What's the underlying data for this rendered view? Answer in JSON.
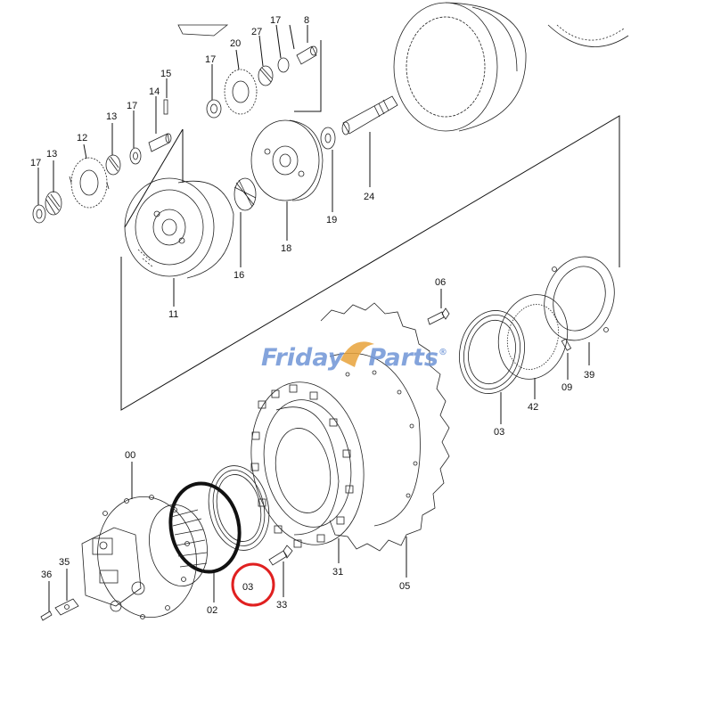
{
  "watermark": {
    "brand_part1": "Friday",
    "brand_part2": "Parts",
    "reg_mark": "®",
    "color": "#6f95d6"
  },
  "highlight": {
    "target_label": "03",
    "color": "#e02020"
  },
  "part_labels": {
    "p00": "00",
    "p02": "02",
    "p03a": "03",
    "p03b": "03",
    "p05": "05",
    "p06": "06",
    "p09": "09",
    "p11": "11",
    "p12": "12",
    "p13a": "13",
    "p13b": "13",
    "p14": "14",
    "p15": "15",
    "p16": "16",
    "p17a": "17",
    "p17b": "17",
    "p17c": "17",
    "p17d": "17",
    "p18": "18",
    "p19": "19",
    "p20": "20",
    "p24": "24",
    "p27": "27",
    "p31": "31",
    "p33": "33",
    "p35": "35",
    "p36": "36",
    "p39": "39",
    "p42": "42",
    "p8": "8"
  }
}
